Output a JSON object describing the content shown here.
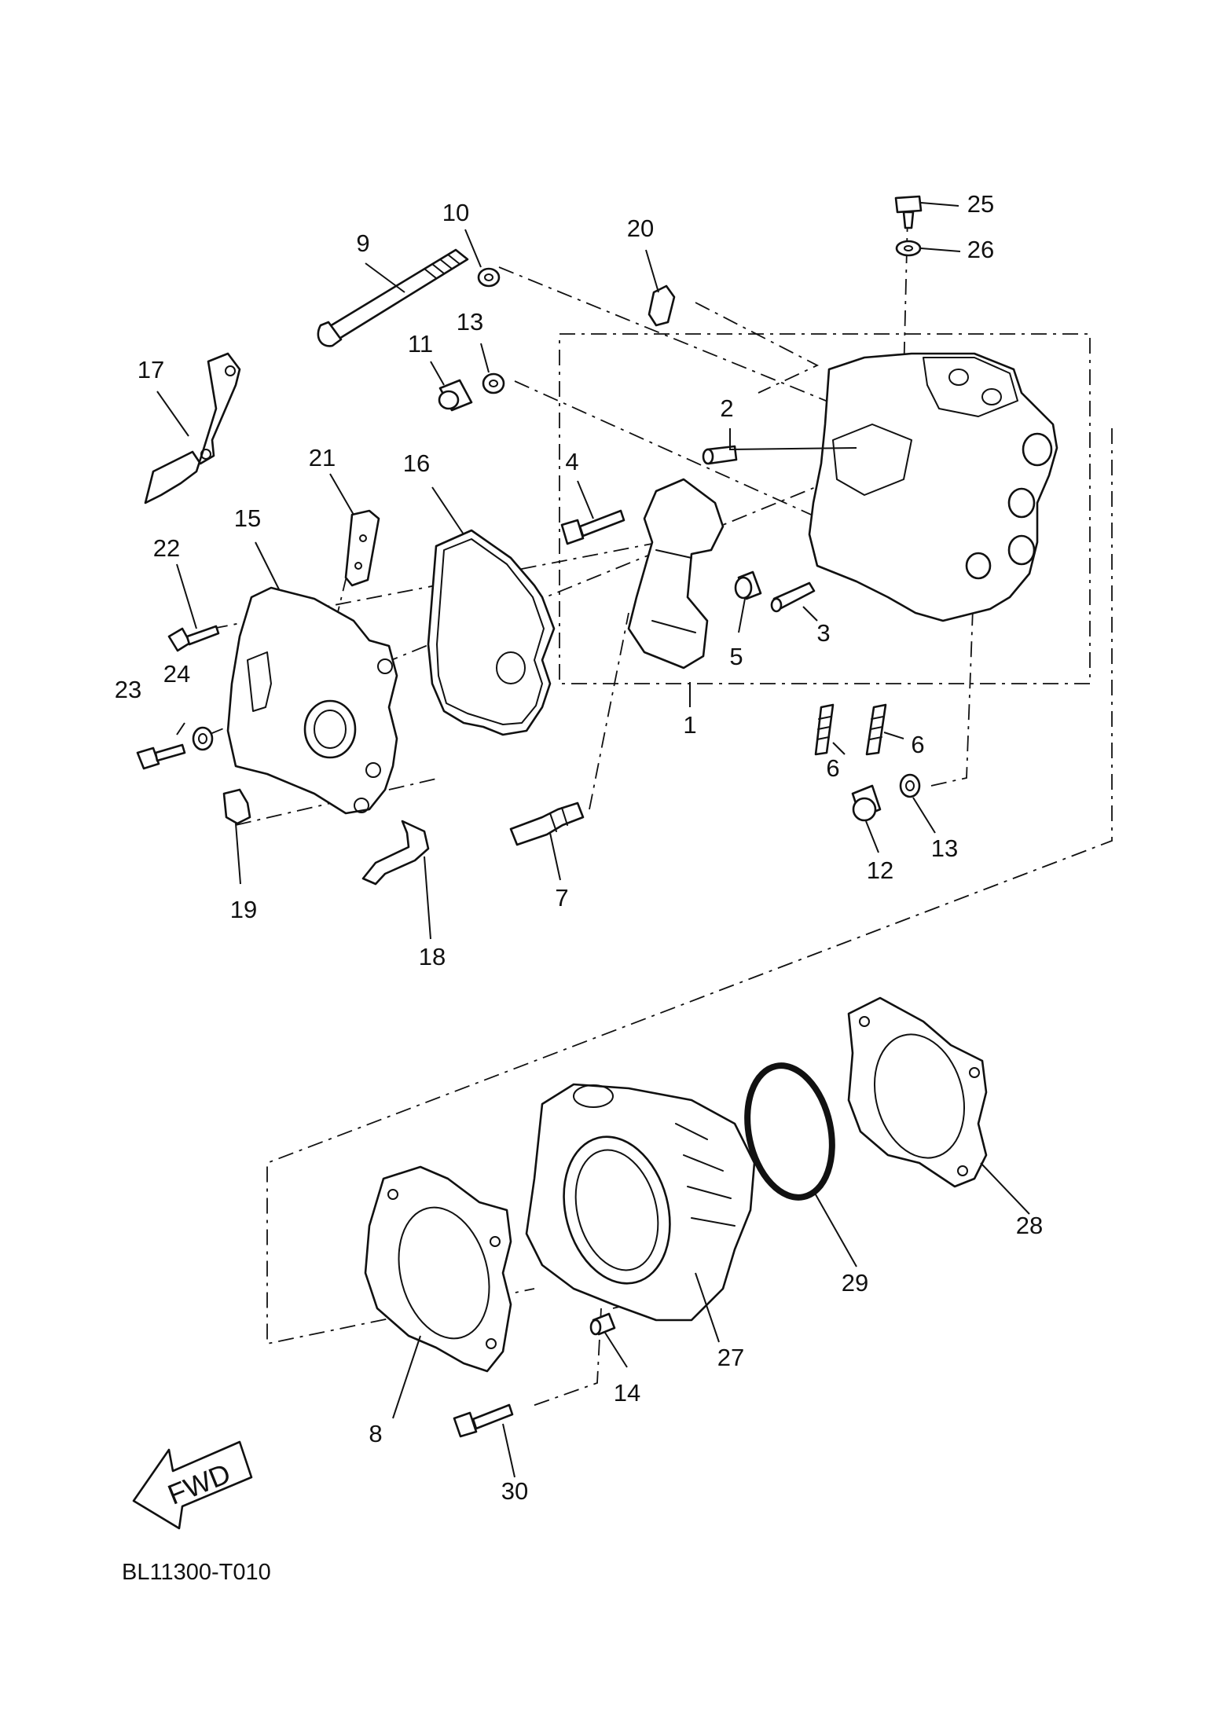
{
  "diagram_code": "BL11300-T010",
  "direction_arrow": {
    "label": "FWD"
  },
  "callouts": [
    {
      "id": "c1",
      "text": "1"
    },
    {
      "id": "c2",
      "text": "2"
    },
    {
      "id": "c3",
      "text": "3"
    },
    {
      "id": "c4",
      "text": "4"
    },
    {
      "id": "c5",
      "text": "5"
    },
    {
      "id": "c6a",
      "text": "6"
    },
    {
      "id": "c6b",
      "text": "6"
    },
    {
      "id": "c7",
      "text": "7"
    },
    {
      "id": "c8",
      "text": "8"
    },
    {
      "id": "c9",
      "text": "9"
    },
    {
      "id": "c10",
      "text": "10"
    },
    {
      "id": "c11",
      "text": "11"
    },
    {
      "id": "c12",
      "text": "12"
    },
    {
      "id": "c13a",
      "text": "13"
    },
    {
      "id": "c13b",
      "text": "13"
    },
    {
      "id": "c14",
      "text": "14"
    },
    {
      "id": "c15",
      "text": "15"
    },
    {
      "id": "c16",
      "text": "16"
    },
    {
      "id": "c17",
      "text": "17"
    },
    {
      "id": "c18",
      "text": "18"
    },
    {
      "id": "c19",
      "text": "19"
    },
    {
      "id": "c20",
      "text": "20"
    },
    {
      "id": "c21",
      "text": "21"
    },
    {
      "id": "c22",
      "text": "22"
    },
    {
      "id": "c23",
      "text": "23"
    },
    {
      "id": "c24",
      "text": "24"
    },
    {
      "id": "c25",
      "text": "25"
    },
    {
      "id": "c26",
      "text": "26"
    },
    {
      "id": "c27",
      "text": "27"
    },
    {
      "id": "c28",
      "text": "28"
    },
    {
      "id": "c29",
      "text": "29"
    },
    {
      "id": "c30",
      "text": "30"
    }
  ]
}
